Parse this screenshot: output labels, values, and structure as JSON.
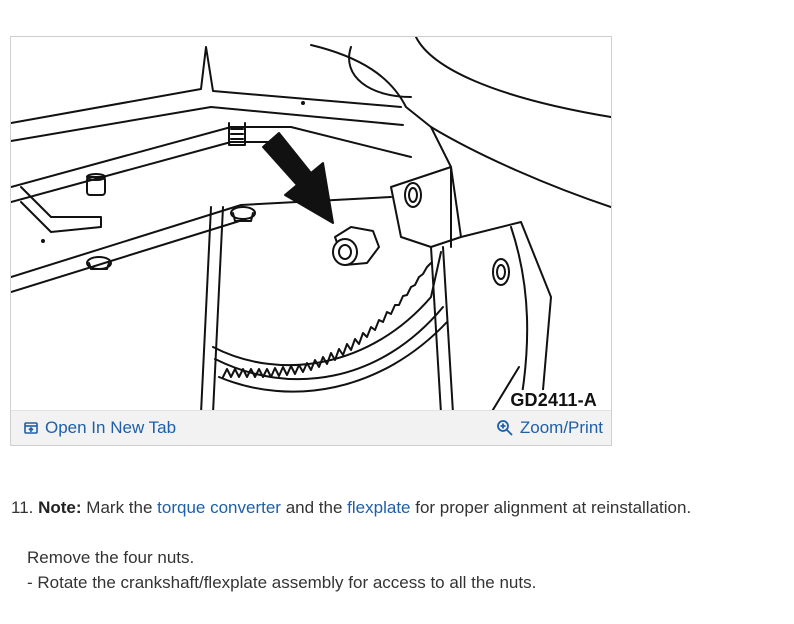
{
  "figure": {
    "code": "GD2411-A",
    "open_tab_label": "Open In New Tab",
    "zoom_label": "Zoom/Print"
  },
  "step": {
    "number": "11.",
    "note_label": "Note:",
    "text_1": "Mark the",
    "link_1": "torque converter",
    "text_2": "and the",
    "link_2": "flexplate",
    "text_3": "for proper alignment at reinstallation.",
    "instruction": "Remove the four nuts.",
    "sub_instruction": "-  Rotate the crankshaft/flexplate assembly for access to all the nuts."
  },
  "colors": {
    "link": "#1e5fa8",
    "text": "#333333",
    "toolbar_bg": "#f2f2f2"
  }
}
